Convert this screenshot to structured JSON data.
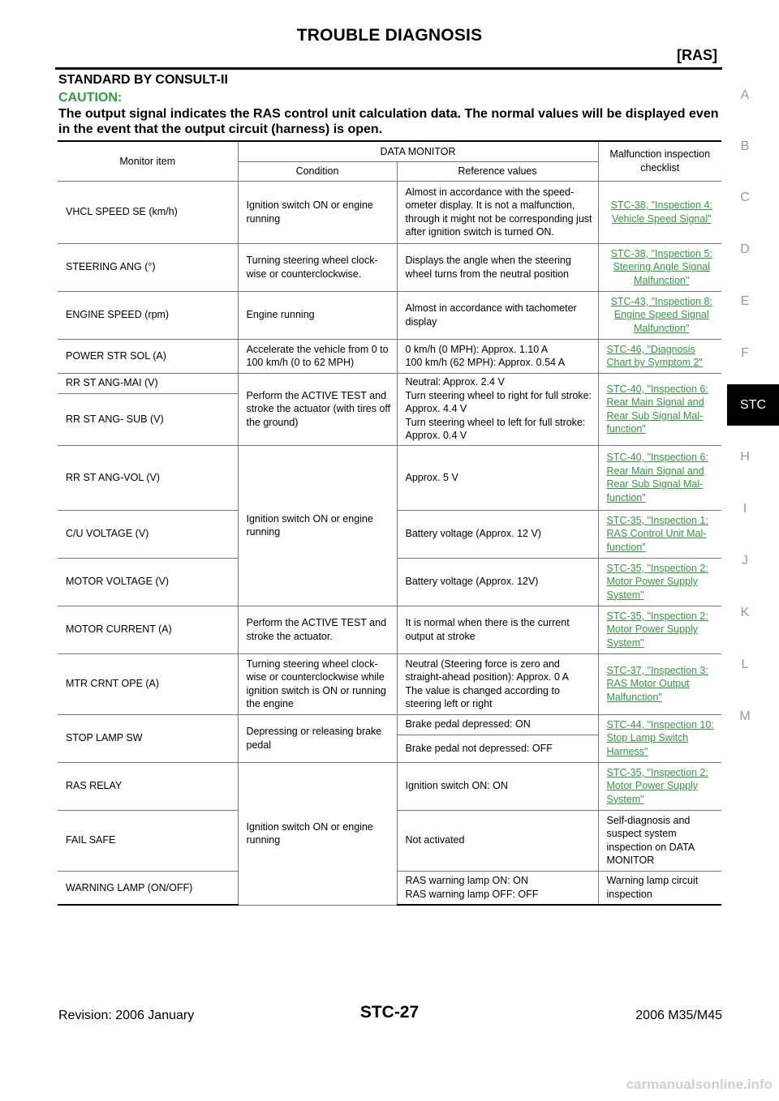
{
  "header": {
    "title": "TROUBLE DIAGNOSIS",
    "subtitle": "[RAS]"
  },
  "side_index": {
    "letters": [
      "A",
      "B",
      "C",
      "D",
      "E",
      "F",
      "H",
      "I",
      "J",
      "K",
      "L",
      "M"
    ],
    "active_tab": "STC"
  },
  "section_title": "STANDARD BY CONSULT-II",
  "caution": {
    "label": "CAUTION:",
    "text": "The output signal indicates the RAS control unit calculation data. The normal values will be displayed even in the event that the output circuit (harness) is open."
  },
  "table": {
    "headers": {
      "monitor_item": "Monitor item",
      "data_monitor": "DATA MONITOR",
      "condition": "Condition",
      "reference_values": "Reference values",
      "malfunction": "Malfunction inspection checklist"
    },
    "rows": {
      "vhcl": {
        "item": "VHCL SPEED SE (km/h)",
        "condition": "Ignition switch ON or engine running",
        "reference": "Almost in accordance with the speed-ometer display. It is not a malfunction, through it might not be corresponding just after ignition switch is turned ON.",
        "check": "STC-38, \"Inspection 4: Vehicle Speed Signal\""
      },
      "steer": {
        "item": "STEERING ANG (°)",
        "condition": "Turning steering wheel clock-wise or counterclockwise.",
        "reference": "Displays the angle when the steering wheel turns from the neutral position",
        "check": "STC-38, \"Inspection 5: Steering Angle Signal Malfunction\""
      },
      "engine": {
        "item": "ENGINE SPEED (rpm)",
        "condition": "Engine running",
        "reference": "Almost in accordance with tachometer display",
        "check": "STC-43, \"Inspection 8: Engine Speed Signal Malfunction\""
      },
      "power": {
        "item": "POWER STR SOL (A)",
        "condition": "Accelerate the vehicle from 0 to 100 km/h (0 to 62 MPH)",
        "reference": "0 km/h (0 MPH): Approx. 1.10 A\n100 km/h (62 MPH): Approx. 0.54 A",
        "check": "STC-46, \"Diagnosis Chart by Symptom 2\""
      },
      "rr_mai": {
        "item": "RR ST ANG-MAI (V)"
      },
      "rr_sub": {
        "item": "RR ST ANG- SUB (V)"
      },
      "rr_group": {
        "condition": "Perform the ACTIVE TEST and stroke the actuator (with tires off the ground)",
        "reference": "Neutral: Approx. 2.4 V\nTurn steering wheel to right for full stroke: Approx. 4.4 V\nTurn steering wheel to left for full stroke: Approx. 0.4 V",
        "check": "STC-40, \"Inspection 6: Rear Main Signal and Rear Sub Signal Mal-function\""
      },
      "rr_vol": {
        "item": "RR ST ANG-VOL (V)",
        "reference": "Approx. 5 V",
        "check": "STC-40, \"Inspection 6: Rear Main Signal and Rear Sub Signal Mal-function\""
      },
      "ign_group": {
        "condition": "Ignition switch ON or engine running"
      },
      "cu_volt": {
        "item": "C/U VOLTAGE (V)",
        "reference": "Battery voltage (Approx. 12 V)",
        "check": "STC-35, \"Inspection 1: RAS Control Unit Mal-function\""
      },
      "motor_volt": {
        "item": "MOTOR VOLTAGE (V)",
        "reference": "Battery voltage (Approx. 12V)",
        "check": "STC-35, \"Inspection 2: Motor Power Supply System\""
      },
      "motor_curr": {
        "item": "MOTOR CURRENT (A)",
        "condition": "Perform the ACTIVE TEST and stroke the actuator.",
        "reference": "It is normal when there is the current output at stroke",
        "check": "STC-35, \"Inspection 2: Motor Power Supply System\""
      },
      "mtr_crnt": {
        "item": "MTR CRNT OPE (A)",
        "condition": "Turning steering wheel clock-wise or counterclockwise while ignition switch is ON or running the engine",
        "reference": "Neutral (Steering force is zero and straight-ahead position): Approx. 0 A\nThe value is changed according to steering left or right",
        "check": "STC-37, \"Inspection 3: RAS Motor Output Malfunction\""
      },
      "stop_lamp": {
        "item": "STOP LAMP SW",
        "condition": "Depressing or releasing brake pedal",
        "reference_on": "Brake pedal depressed: ON",
        "reference_off": "Brake pedal not depressed: OFF",
        "check": "STC-44, \"Inspection 10: Stop Lamp Switch Harness\""
      },
      "ras_relay": {
        "item": "RAS RELAY",
        "reference": "Ignition switch ON: ON",
        "check": "STC-35, \"Inspection 2: Motor Power Supply System\""
      },
      "ign_group2": {
        "condition": "Ignition switch ON or engine running"
      },
      "fail_safe": {
        "item": "FAIL SAFE",
        "reference": "Not activated",
        "check": "Self-diagnosis and suspect system inspection on DATA MONITOR"
      },
      "warn_lamp": {
        "item": "WARNING LAMP (ON/OFF)",
        "reference": "RAS warning lamp ON: ON\nRAS warning lamp OFF: OFF",
        "check": "Warning lamp circuit inspection"
      }
    }
  },
  "footer": {
    "revision": "Revision: 2006 January",
    "page": "STC-27",
    "model": "2006 M35/M45"
  },
  "watermark": "carmanualsonline.info"
}
